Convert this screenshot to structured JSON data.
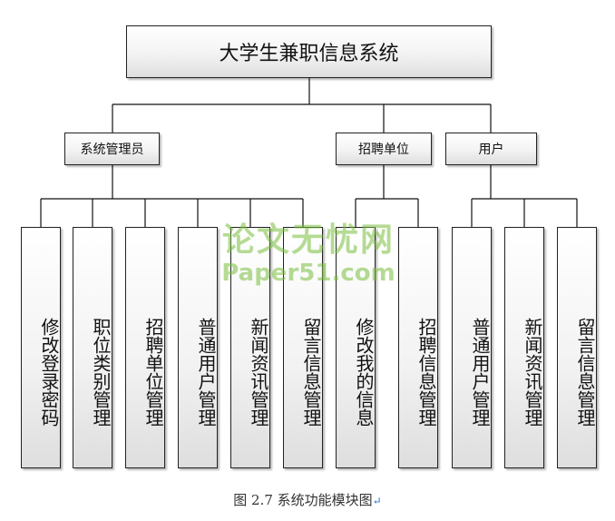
{
  "root": {
    "label": "大学生兼职信息系统"
  },
  "groups": [
    {
      "label": "系统管理员",
      "children": [
        "修改登录密码",
        "职位类别管理",
        "招聘单位管理",
        "普通用户管理",
        "新闻资讯管理",
        "留言信息管理"
      ]
    },
    {
      "label": "招聘单位",
      "children": [
        "修改我的信息",
        "招聘信息管理"
      ]
    },
    {
      "label": "用户",
      "children": [
        "普通用户管理",
        "新闻资讯管理",
        "留言信息管理"
      ]
    }
  ],
  "watermark": {
    "line1": "论文无忧网",
    "line2": "Paper51.com"
  },
  "caption": "图 2.7 系统功能模块图",
  "caption_mark": "↵"
}
